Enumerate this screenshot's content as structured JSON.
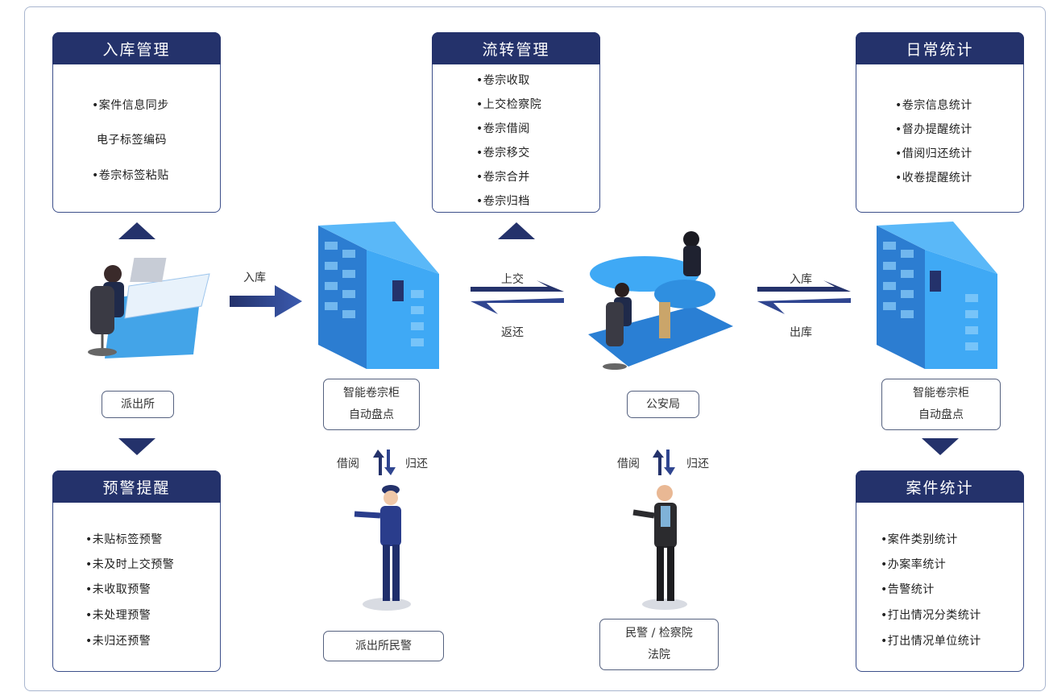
{
  "sections": {
    "inbound": {
      "title": "入库管理",
      "items": [
        "•案件信息同步",
        "电子标签编码",
        "•卷宗标签粘贴"
      ]
    },
    "circulation": {
      "title": "流转管理",
      "items": [
        "•卷宗收取",
        "•上交检察院",
        "•卷宗借阅",
        "•卷宗移交",
        "•卷宗合并",
        "•卷宗归档"
      ]
    },
    "daily_stats": {
      "title": "日常统计",
      "items": [
        "•卷宗信息统计",
        "•督办提醒统计",
        "•借阅归还统计",
        "•收卷提醒统计"
      ]
    },
    "warning": {
      "title": "预警提醒",
      "items": [
        "•未贴标签预警",
        "•未及时上交预警",
        "•未收取预警",
        "•未处理预警",
        "•未归还预警"
      ]
    },
    "case_stats": {
      "title": "案件统计",
      "items": [
        "•案件类别统计",
        "•办案率统计",
        "•告警统计",
        "•打出情况分类统计",
        "•打出情况单位统计"
      ]
    }
  },
  "nodes": {
    "police_station": "派出所",
    "cabinet_left": [
      "智能卷宗柜",
      "自动盘点"
    ],
    "public_security": "公安局",
    "cabinet_right": [
      "智能卷宗柜",
      "自动盘点"
    ],
    "station_officer": "派出所民警",
    "officials": [
      "民警 / 检察院",
      "法院"
    ]
  },
  "arrows": {
    "inbound_left": "入库",
    "submit": "上交",
    "return_back": "返还",
    "inbound_right": "入库",
    "outbound_right": "出库",
    "borrow_left": "借阅",
    "return_left": "归还",
    "borrow_right": "借阅",
    "return_right": "归还"
  },
  "colors": {
    "navy": "#24326b",
    "accent_blue": "#2a7fd4",
    "light_blue": "#3fa9f5"
  }
}
